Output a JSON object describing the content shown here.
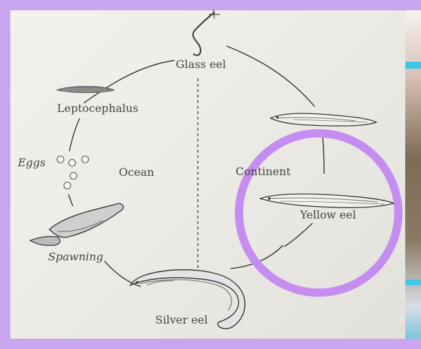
{
  "labels": {
    "glass_eel": "Glass eel",
    "leptocephalus": "Leptocephalus",
    "eggs": "Eggs",
    "ocean": "Ocean",
    "continent": "Continent",
    "yellow_eel": "Yellow eel",
    "spawning": "Spawning",
    "silver_eel": "Silver eel"
  },
  "colors": {
    "frame": "#c9a6f0",
    "highlight_circle": "#c58df0",
    "ink": "#444444"
  },
  "icons": [
    "glass-eel-icon",
    "leptocephalus-icon",
    "egg-icon",
    "spawning-eel-icon",
    "silver-eel-icon",
    "yellow-eel-icon",
    "elver-icon"
  ]
}
